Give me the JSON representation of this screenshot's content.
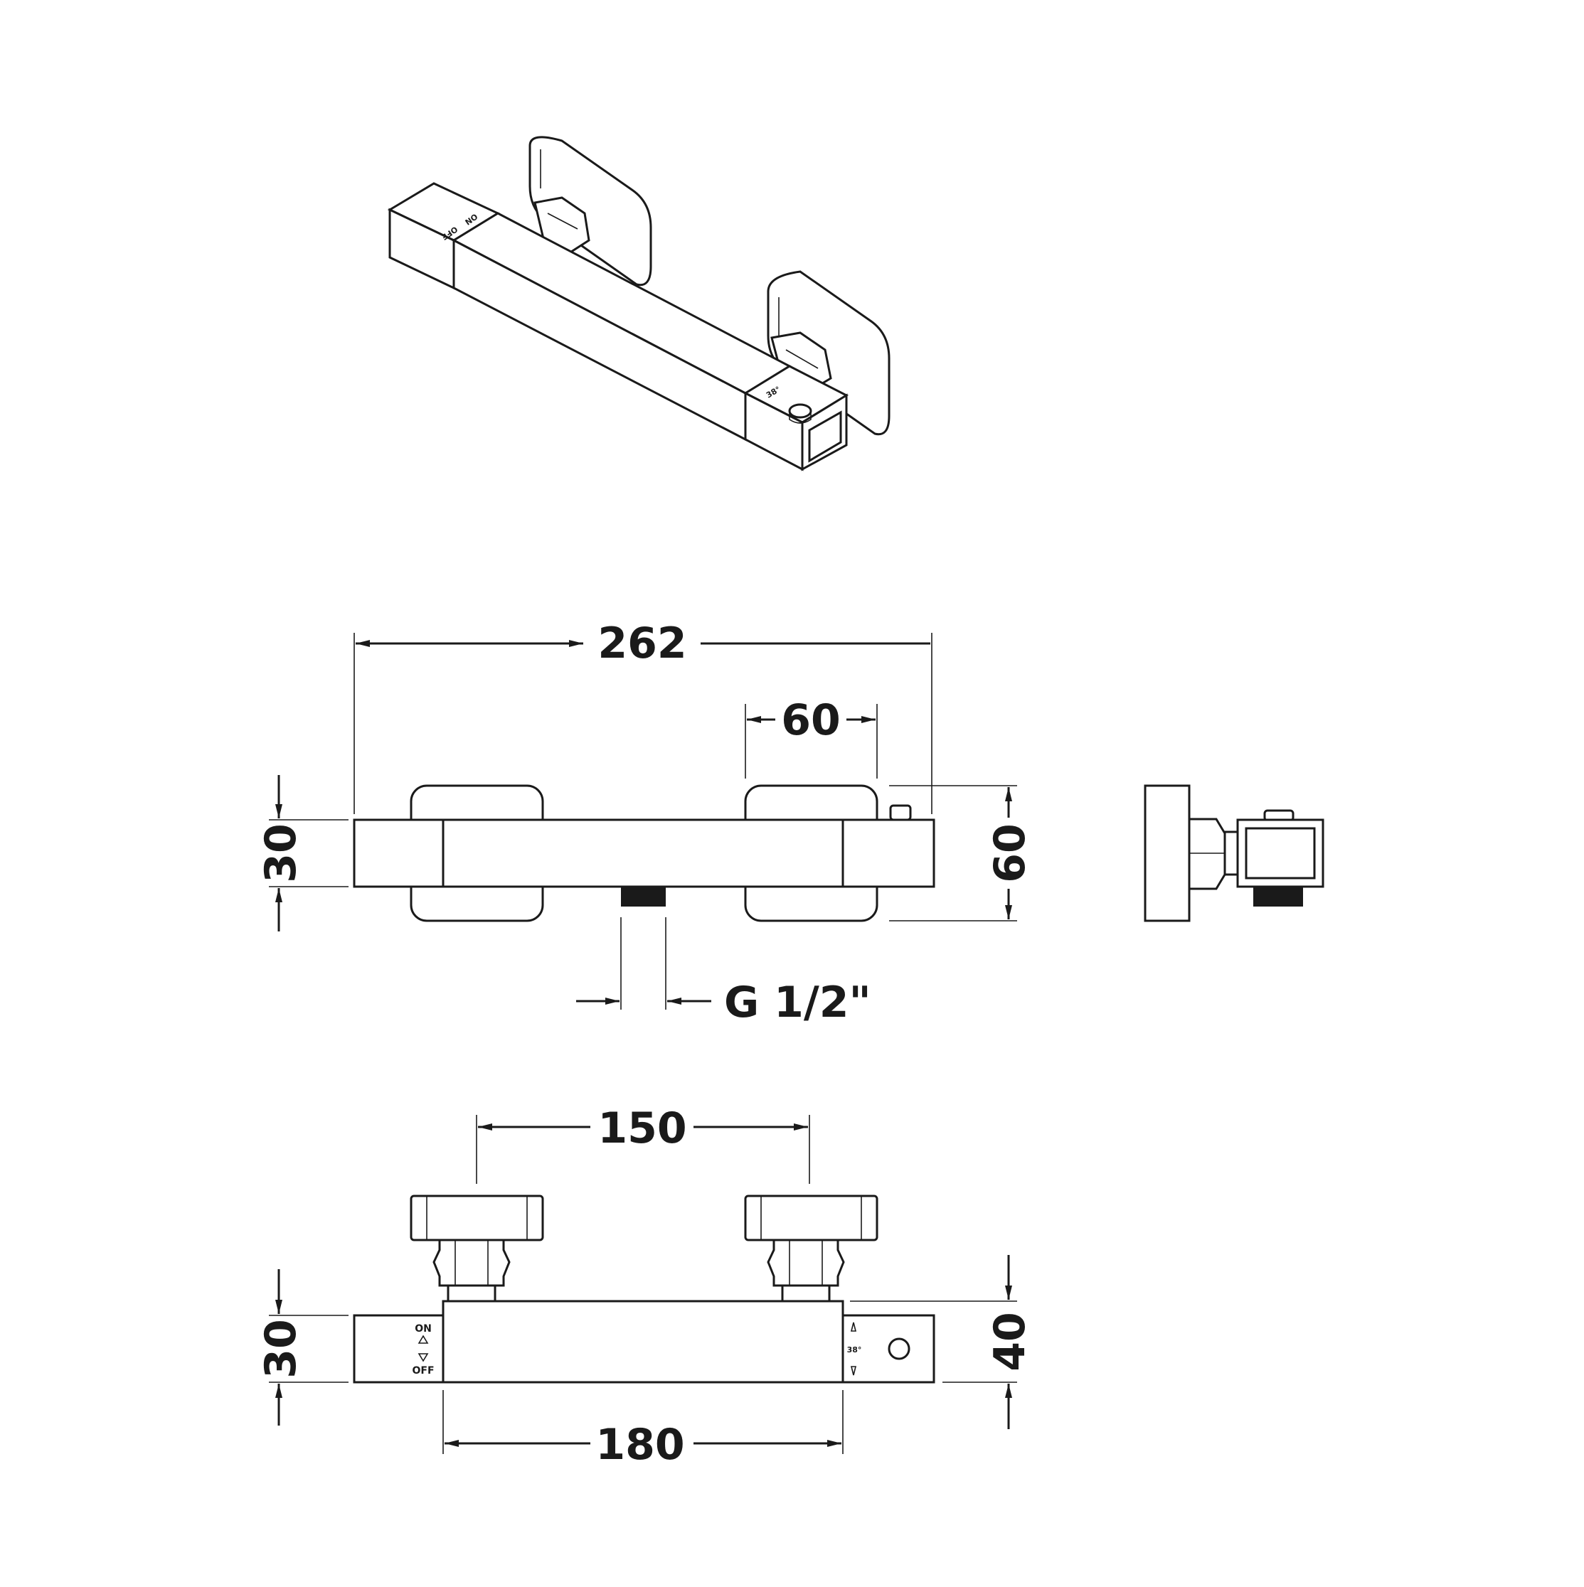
{
  "dimensions": {
    "overall_length": "262",
    "handle_length": "60",
    "body_height_front": "30",
    "total_height_front": "60",
    "outlet_thread": "G 1/2\"",
    "centres": "150",
    "body_height_top": "30",
    "projection": "40",
    "body_length": "180"
  },
  "markings": {
    "on": "ON",
    "off": "OFF",
    "temperature": "38°",
    "iso_on": "ON",
    "iso_off": "OFF"
  }
}
